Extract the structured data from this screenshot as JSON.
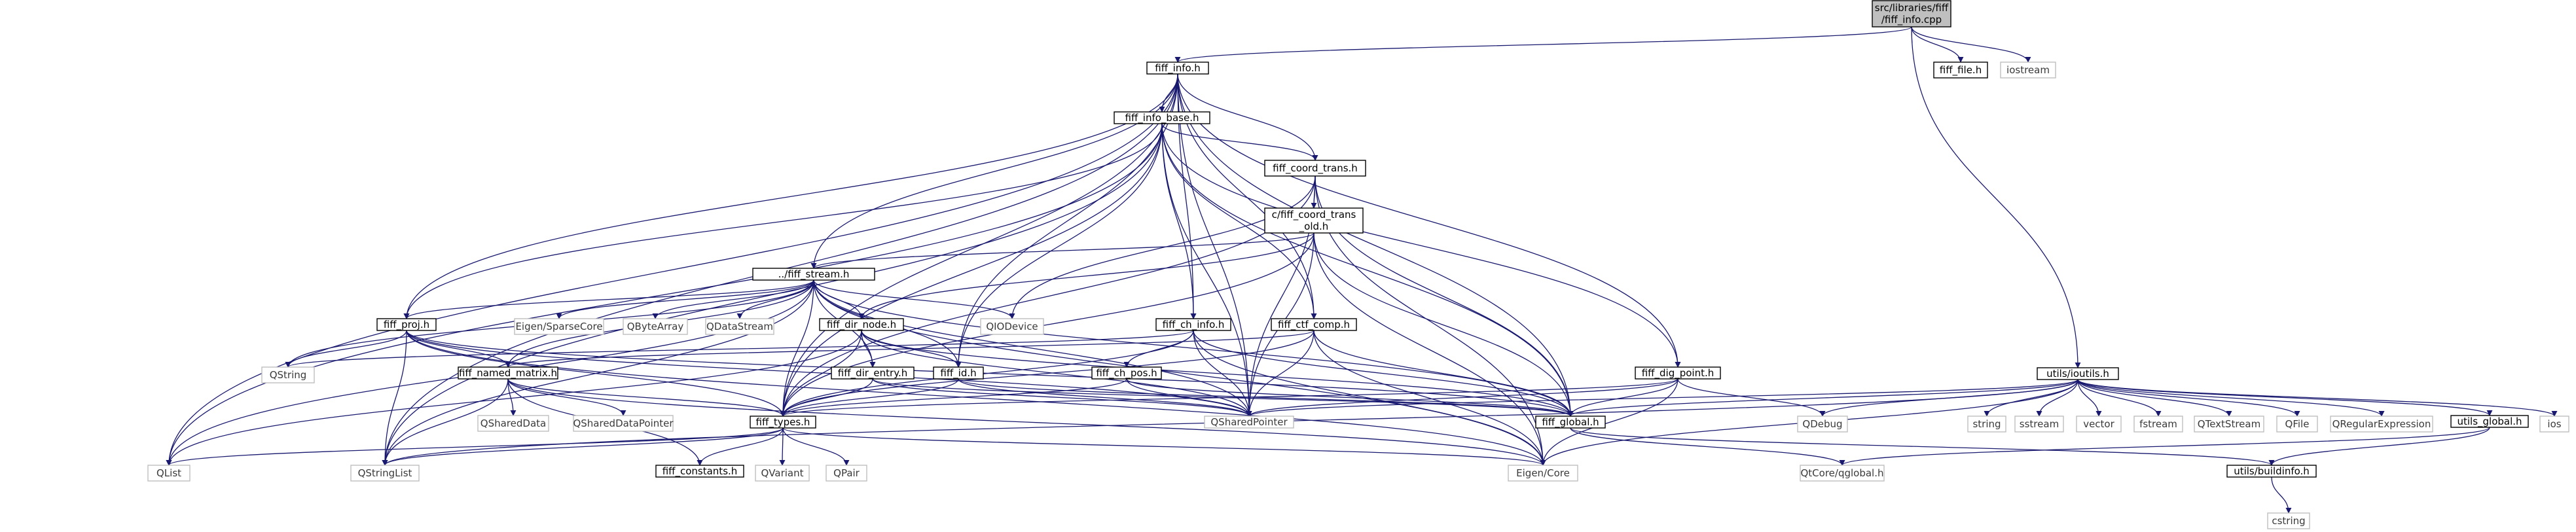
{
  "diagram": {
    "kind": "include dependency graph",
    "root": "root",
    "colors": {
      "edge": "#191970",
      "root_fill": "#bfbfbf",
      "ext_border": "#bfbfbf",
      "int_border": "#000000"
    },
    "nodes": [
      {
        "id": "root",
        "lines": [
          "src/libraries/fiff",
          "/fiff_info.cpp"
        ],
        "kind": "root"
      },
      {
        "id": "fiff_info_h",
        "lines": [
          "fiff_info.h"
        ],
        "kind": "internal"
      },
      {
        "id": "fiff_file_h",
        "lines": [
          "fiff_file.h"
        ],
        "kind": "internal"
      },
      {
        "id": "iostream",
        "lines": [
          "iostream"
        ],
        "kind": "external"
      },
      {
        "id": "fiff_info_base_h",
        "lines": [
          "fiff_info_base.h"
        ],
        "kind": "internal"
      },
      {
        "id": "fiff_coord_trans_h",
        "lines": [
          "fiff_coord_trans.h"
        ],
        "kind": "internal"
      },
      {
        "id": "c_fiff_coord_trans_old_h",
        "lines": [
          "c/fiff_coord_trans",
          "_old.h"
        ],
        "kind": "internal"
      },
      {
        "id": "fiff_stream_h",
        "lines": [
          "../fiff_stream.h"
        ],
        "kind": "internal"
      },
      {
        "id": "fiff_proj_h",
        "lines": [
          "fiff_proj.h"
        ],
        "kind": "internal"
      },
      {
        "id": "eigen_sparse",
        "lines": [
          "Eigen/SparseCore"
        ],
        "kind": "external"
      },
      {
        "id": "qbytearray",
        "lines": [
          "QByteArray"
        ],
        "kind": "external"
      },
      {
        "id": "qdatastream",
        "lines": [
          "QDataStream"
        ],
        "kind": "external"
      },
      {
        "id": "fiff_dir_node_h",
        "lines": [
          "fiff_dir_node.h"
        ],
        "kind": "internal"
      },
      {
        "id": "qiodevice",
        "lines": [
          "QIODevice"
        ],
        "kind": "external"
      },
      {
        "id": "fiff_ch_info_h",
        "lines": [
          "fiff_ch_info.h"
        ],
        "kind": "internal"
      },
      {
        "id": "fiff_ctf_comp_h",
        "lines": [
          "fiff_ctf_comp.h"
        ],
        "kind": "internal"
      },
      {
        "id": "utils_ioutils_h",
        "lines": [
          "utils/ioutils.h"
        ],
        "kind": "internal"
      },
      {
        "id": "qstring",
        "lines": [
          "QString"
        ],
        "kind": "external"
      },
      {
        "id": "fiff_named_matrix_h",
        "lines": [
          "fiff_named_matrix.h"
        ],
        "kind": "internal"
      },
      {
        "id": "fiff_dir_entry_h",
        "lines": [
          "fiff_dir_entry.h"
        ],
        "kind": "internal"
      },
      {
        "id": "fiff_id_h",
        "lines": [
          "fiff_id.h"
        ],
        "kind": "internal"
      },
      {
        "id": "fiff_ch_pos_h",
        "lines": [
          "fiff_ch_pos.h"
        ],
        "kind": "internal"
      },
      {
        "id": "fiff_dig_point_h",
        "lines": [
          "fiff_dig_point.h"
        ],
        "kind": "internal"
      },
      {
        "id": "qshareddata",
        "lines": [
          "QSharedData"
        ],
        "kind": "external"
      },
      {
        "id": "qshareddatapointer",
        "lines": [
          "QSharedDataPointer"
        ],
        "kind": "external"
      },
      {
        "id": "fiff_types_h",
        "lines": [
          "fiff_types.h"
        ],
        "kind": "internal"
      },
      {
        "id": "qsharedpointer",
        "lines": [
          "QSharedPointer"
        ],
        "kind": "external"
      },
      {
        "id": "fiff_global_h",
        "lines": [
          "fiff_global.h"
        ],
        "kind": "internal"
      },
      {
        "id": "qdebug",
        "lines": [
          "QDebug"
        ],
        "kind": "external"
      },
      {
        "id": "string",
        "lines": [
          "string"
        ],
        "kind": "external"
      },
      {
        "id": "sstream",
        "lines": [
          "sstream"
        ],
        "kind": "external"
      },
      {
        "id": "vector",
        "lines": [
          "vector"
        ],
        "kind": "external"
      },
      {
        "id": "fstream",
        "lines": [
          "fstream"
        ],
        "kind": "external"
      },
      {
        "id": "qtextstream",
        "lines": [
          "QTextStream"
        ],
        "kind": "external"
      },
      {
        "id": "qfile",
        "lines": [
          "QFile"
        ],
        "kind": "external"
      },
      {
        "id": "qregexp",
        "lines": [
          "QRegularExpression"
        ],
        "kind": "external"
      },
      {
        "id": "utils_global_h",
        "lines": [
          "utils_global.h"
        ],
        "kind": "internal"
      },
      {
        "id": "ios",
        "lines": [
          "ios"
        ],
        "kind": "external"
      },
      {
        "id": "qlist",
        "lines": [
          "QList"
        ],
        "kind": "external"
      },
      {
        "id": "qstringlist",
        "lines": [
          "QStringList"
        ],
        "kind": "external"
      },
      {
        "id": "fiff_constants_h",
        "lines": [
          "fiff_constants.h"
        ],
        "kind": "internal"
      },
      {
        "id": "qvariant",
        "lines": [
          "QVariant"
        ],
        "kind": "external"
      },
      {
        "id": "qpair",
        "lines": [
          "QPair"
        ],
        "kind": "external"
      },
      {
        "id": "eigen_core",
        "lines": [
          "Eigen/Core"
        ],
        "kind": "external"
      },
      {
        "id": "qtcore_qglobal",
        "lines": [
          "QtCore/qglobal.h"
        ],
        "kind": "external"
      },
      {
        "id": "utils_buildinfo_h",
        "lines": [
          "utils/buildinfo.h"
        ],
        "kind": "internal"
      },
      {
        "id": "cstring",
        "lines": [
          "cstring"
        ],
        "kind": "external"
      }
    ],
    "edges": [
      [
        "root",
        "fiff_info_h"
      ],
      [
        "root",
        "fiff_file_h"
      ],
      [
        "root",
        "iostream"
      ],
      [
        "root",
        "utils_ioutils_h"
      ],
      [
        "fiff_info_h",
        "fiff_info_base_h"
      ],
      [
        "fiff_info_h",
        "fiff_coord_trans_h"
      ],
      [
        "fiff_info_h",
        "fiff_stream_h"
      ],
      [
        "fiff_info_h",
        "fiff_proj_h"
      ],
      [
        "fiff_info_h",
        "fiff_ch_info_h"
      ],
      [
        "fiff_info_h",
        "fiff_ctf_comp_h"
      ],
      [
        "fiff_info_h",
        "fiff_id_h"
      ],
      [
        "fiff_info_h",
        "fiff_dig_point_h"
      ],
      [
        "fiff_info_h",
        "fiff_types_h"
      ],
      [
        "fiff_info_h",
        "qsharedpointer"
      ],
      [
        "fiff_info_h",
        "fiff_global_h"
      ],
      [
        "fiff_info_h",
        "qlist"
      ],
      [
        "fiff_info_h",
        "qstringlist"
      ],
      [
        "fiff_info_base_h",
        "fiff_coord_trans_h"
      ],
      [
        "fiff_info_base_h",
        "fiff_proj_h"
      ],
      [
        "fiff_info_base_h",
        "fiff_ch_info_h"
      ],
      [
        "fiff_info_base_h",
        "fiff_ctf_comp_h"
      ],
      [
        "fiff_info_base_h",
        "fiff_id_h"
      ],
      [
        "fiff_info_base_h",
        "fiff_dig_point_h"
      ],
      [
        "fiff_info_base_h",
        "fiff_types_h"
      ],
      [
        "fiff_info_base_h",
        "qsharedpointer"
      ],
      [
        "fiff_info_base_h",
        "fiff_global_h"
      ],
      [
        "fiff_info_base_h",
        "qlist"
      ],
      [
        "fiff_info_base_h",
        "qstringlist"
      ],
      [
        "fiff_coord_trans_h",
        "c_fiff_coord_trans_old_h"
      ],
      [
        "fiff_coord_trans_h",
        "fiff_types_h"
      ],
      [
        "fiff_coord_trans_h",
        "qsharedpointer"
      ],
      [
        "fiff_coord_trans_h",
        "fiff_global_h"
      ],
      [
        "fiff_coord_trans_h",
        "eigen_core"
      ],
      [
        "fiff_coord_trans_h",
        "qiodevice"
      ],
      [
        "c_fiff_coord_trans_old_h",
        "fiff_stream_h"
      ],
      [
        "c_fiff_coord_trans_old_h",
        "fiff_dir_node_h"
      ],
      [
        "c_fiff_coord_trans_old_h",
        "fiff_types_h"
      ],
      [
        "c_fiff_coord_trans_old_h",
        "qsharedpointer"
      ],
      [
        "c_fiff_coord_trans_old_h",
        "fiff_global_h"
      ],
      [
        "c_fiff_coord_trans_old_h",
        "eigen_core"
      ],
      [
        "fiff_stream_h",
        "fiff_proj_h"
      ],
      [
        "fiff_stream_h",
        "eigen_sparse"
      ],
      [
        "fiff_stream_h",
        "qbytearray"
      ],
      [
        "fiff_stream_h",
        "qdatastream"
      ],
      [
        "fiff_stream_h",
        "fiff_dir_node_h"
      ],
      [
        "fiff_stream_h",
        "qiodevice"
      ],
      [
        "fiff_stream_h",
        "fiff_dir_entry_h"
      ],
      [
        "fiff_stream_h",
        "fiff_id_h"
      ],
      [
        "fiff_stream_h",
        "fiff_named_matrix_h"
      ],
      [
        "fiff_stream_h",
        "fiff_types_h"
      ],
      [
        "fiff_stream_h",
        "qsharedpointer"
      ],
      [
        "fiff_stream_h",
        "fiff_global_h"
      ],
      [
        "fiff_stream_h",
        "qstring"
      ],
      [
        "fiff_stream_h",
        "qlist"
      ],
      [
        "fiff_stream_h",
        "qstringlist"
      ],
      [
        "fiff_stream_h",
        "eigen_core"
      ],
      [
        "fiff_proj_h",
        "qstring"
      ],
      [
        "fiff_proj_h",
        "fiff_named_matrix_h"
      ],
      [
        "fiff_proj_h",
        "fiff_types_h"
      ],
      [
        "fiff_proj_h",
        "qsharedpointer"
      ],
      [
        "fiff_proj_h",
        "fiff_global_h"
      ],
      [
        "fiff_proj_h",
        "qstringlist"
      ],
      [
        "fiff_proj_h",
        "eigen_core"
      ],
      [
        "fiff_dir_node_h",
        "fiff_dir_entry_h"
      ],
      [
        "fiff_dir_node_h",
        "fiff_id_h"
      ],
      [
        "fiff_dir_node_h",
        "fiff_types_h"
      ],
      [
        "fiff_dir_node_h",
        "qsharedpointer"
      ],
      [
        "fiff_dir_node_h",
        "fiff_global_h"
      ],
      [
        "fiff_dir_node_h",
        "qlist"
      ],
      [
        "fiff_ch_info_h",
        "fiff_ch_pos_h"
      ],
      [
        "fiff_ch_info_h",
        "fiff_types_h"
      ],
      [
        "fiff_ch_info_h",
        "qsharedpointer"
      ],
      [
        "fiff_ch_info_h",
        "fiff_global_h"
      ],
      [
        "fiff_ch_info_h",
        "eigen_core"
      ],
      [
        "fiff_ch_info_h",
        "qstring"
      ],
      [
        "fiff_ctf_comp_h",
        "fiff_named_matrix_h"
      ],
      [
        "fiff_ctf_comp_h",
        "fiff_types_h"
      ],
      [
        "fiff_ctf_comp_h",
        "qsharedpointer"
      ],
      [
        "fiff_ctf_comp_h",
        "fiff_global_h"
      ],
      [
        "fiff_ctf_comp_h",
        "eigen_core"
      ],
      [
        "fiff_named_matrix_h",
        "qshareddata"
      ],
      [
        "fiff_named_matrix_h",
        "qshareddatapointer"
      ],
      [
        "fiff_named_matrix_h",
        "fiff_types_h"
      ],
      [
        "fiff_named_matrix_h",
        "qstringlist"
      ],
      [
        "fiff_named_matrix_h",
        "fiff_constants_h"
      ],
      [
        "fiff_named_matrix_h",
        "eigen_core"
      ],
      [
        "fiff_dir_entry_h",
        "fiff_types_h"
      ],
      [
        "fiff_dir_entry_h",
        "qsharedpointer"
      ],
      [
        "fiff_dir_entry_h",
        "fiff_global_h"
      ],
      [
        "fiff_id_h",
        "fiff_types_h"
      ],
      [
        "fiff_id_h",
        "qsharedpointer"
      ],
      [
        "fiff_id_h",
        "fiff_global_h"
      ],
      [
        "fiff_ch_pos_h",
        "fiff_types_h"
      ],
      [
        "fiff_ch_pos_h",
        "qsharedpointer"
      ],
      [
        "fiff_ch_pos_h",
        "fiff_global_h"
      ],
      [
        "fiff_dig_point_h",
        "fiff_types_h"
      ],
      [
        "fiff_dig_point_h",
        "qsharedpointer"
      ],
      [
        "fiff_dig_point_h",
        "fiff_global_h"
      ],
      [
        "fiff_dig_point_h",
        "qdebug"
      ],
      [
        "fiff_dig_point_h",
        "eigen_core"
      ],
      [
        "fiff_types_h",
        "qlist"
      ],
      [
        "fiff_types_h",
        "fiff_constants_h"
      ],
      [
        "fiff_types_h",
        "qvariant"
      ],
      [
        "fiff_types_h",
        "qpair"
      ],
      [
        "fiff_types_h",
        "eigen_core"
      ],
      [
        "fiff_types_h",
        "qstringlist"
      ],
      [
        "fiff_global_h",
        "qtcore_qglobal"
      ],
      [
        "fiff_global_h",
        "utils_buildinfo_h"
      ],
      [
        "utils_ioutils_h",
        "qsharedpointer"
      ],
      [
        "utils_ioutils_h",
        "fiff_global_h"
      ],
      [
        "utils_ioutils_h",
        "qdebug"
      ],
      [
        "utils_ioutils_h",
        "string"
      ],
      [
        "utils_ioutils_h",
        "sstream"
      ],
      [
        "utils_ioutils_h",
        "vector"
      ],
      [
        "utils_ioutils_h",
        "fstream"
      ],
      [
        "utils_ioutils_h",
        "qtextstream"
      ],
      [
        "utils_ioutils_h",
        "qfile"
      ],
      [
        "utils_ioutils_h",
        "qregexp"
      ],
      [
        "utils_ioutils_h",
        "utils_global_h"
      ],
      [
        "utils_ioutils_h",
        "ios"
      ],
      [
        "utils_ioutils_h",
        "eigen_core"
      ],
      [
        "utils_ioutils_h",
        "qstringlist"
      ],
      [
        "utils_global_h",
        "qtcore_qglobal"
      ],
      [
        "utils_global_h",
        "utils_buildinfo_h"
      ],
      [
        "utils_buildinfo_h",
        "cstring"
      ]
    ]
  }
}
